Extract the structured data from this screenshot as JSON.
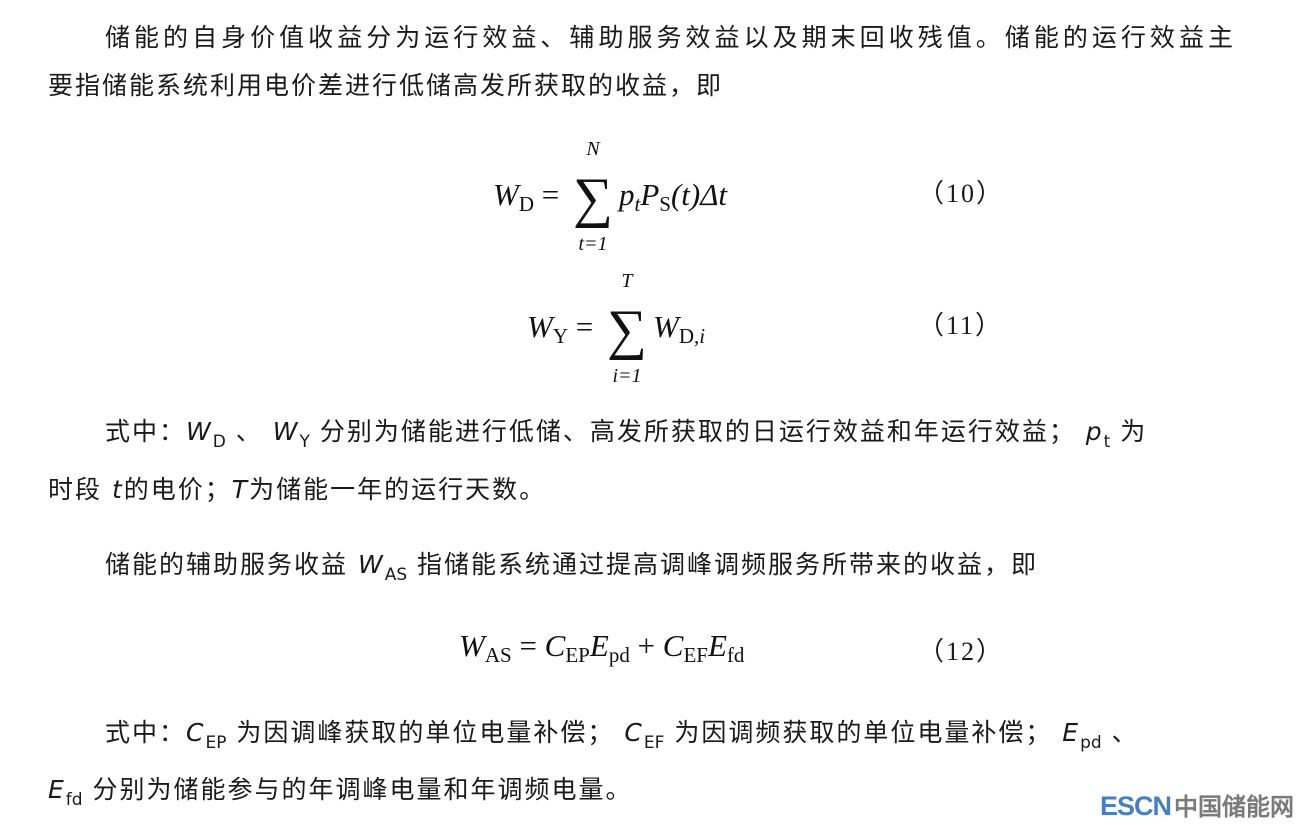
{
  "para1": {
    "line1": "储能的自身价值收益分为运行效益、辅助服务效益以及期末回收残值。储能的运行效益主",
    "line2": "要指储能系统利用电价差进行低储高发所获取的收益，即"
  },
  "eq10": {
    "lhs": "W",
    "lhs_sub": "D",
    "eq": "=",
    "upper": "N",
    "lower": "t=1",
    "p": "p",
    "p_sub": "t",
    "P": "P",
    "P_sub": "S",
    "rest": "(t)Δt",
    "number": "（10）"
  },
  "eq11": {
    "lhs": "W",
    "lhs_sub": "Y",
    "eq": "=",
    "upper": "T",
    "lower": "i=1",
    "term": "W",
    "term_sub": "D,",
    "term_sub_i": "i",
    "number": "（11）"
  },
  "para2": {
    "prefix": "式中：",
    "v1": "W",
    "v1_sub": "D",
    "sep": " 、 ",
    "v2": "W",
    "v2_sub": "Y",
    "text1": " 分别为储能进行低储、高发所获取的日运行效益和年运行效益；",
    "v3": "p",
    "v3_sub": "t",
    "text2": " 为",
    "line2_a": "时段 ",
    "line2_t": "t",
    "line2_b": "的电价；",
    "line2_T": "T",
    "line2_c": "为储能一年的运行天数。"
  },
  "para3": {
    "text1": "储能的辅助服务收益 ",
    "v": "W",
    "v_sub": "AS",
    "text2": " 指储能系统通过提高调峰调频服务所带来的收益，即"
  },
  "eq12": {
    "lhs": "W",
    "lhs_sub": "AS",
    "eq": "=",
    "c1": "C",
    "c1_sub": "EP",
    "e1": "E",
    "e1_sub": "pd",
    "plus": "+",
    "c2": "C",
    "c2_sub": "EF",
    "e2": "E",
    "e2_sub": "fd",
    "number": "（12）"
  },
  "para4": {
    "prefix": "式中：",
    "v1": "C",
    "v1_sub": "EP",
    "text1": " 为因调峰获取的单位电量补偿；",
    "v2": "C",
    "v2_sub": "EF",
    "text2": " 为因调频获取的单位电量补偿；",
    "v3": "E",
    "v3_sub": "pd",
    "text3": " 、",
    "line2_v": "E",
    "line2_sub": "fd",
    "line2_text": " 分别为储能参与的年调峰电量和年调频电量。"
  },
  "watermark": {
    "latin": "ESCN",
    "cn": "中国储能网"
  }
}
